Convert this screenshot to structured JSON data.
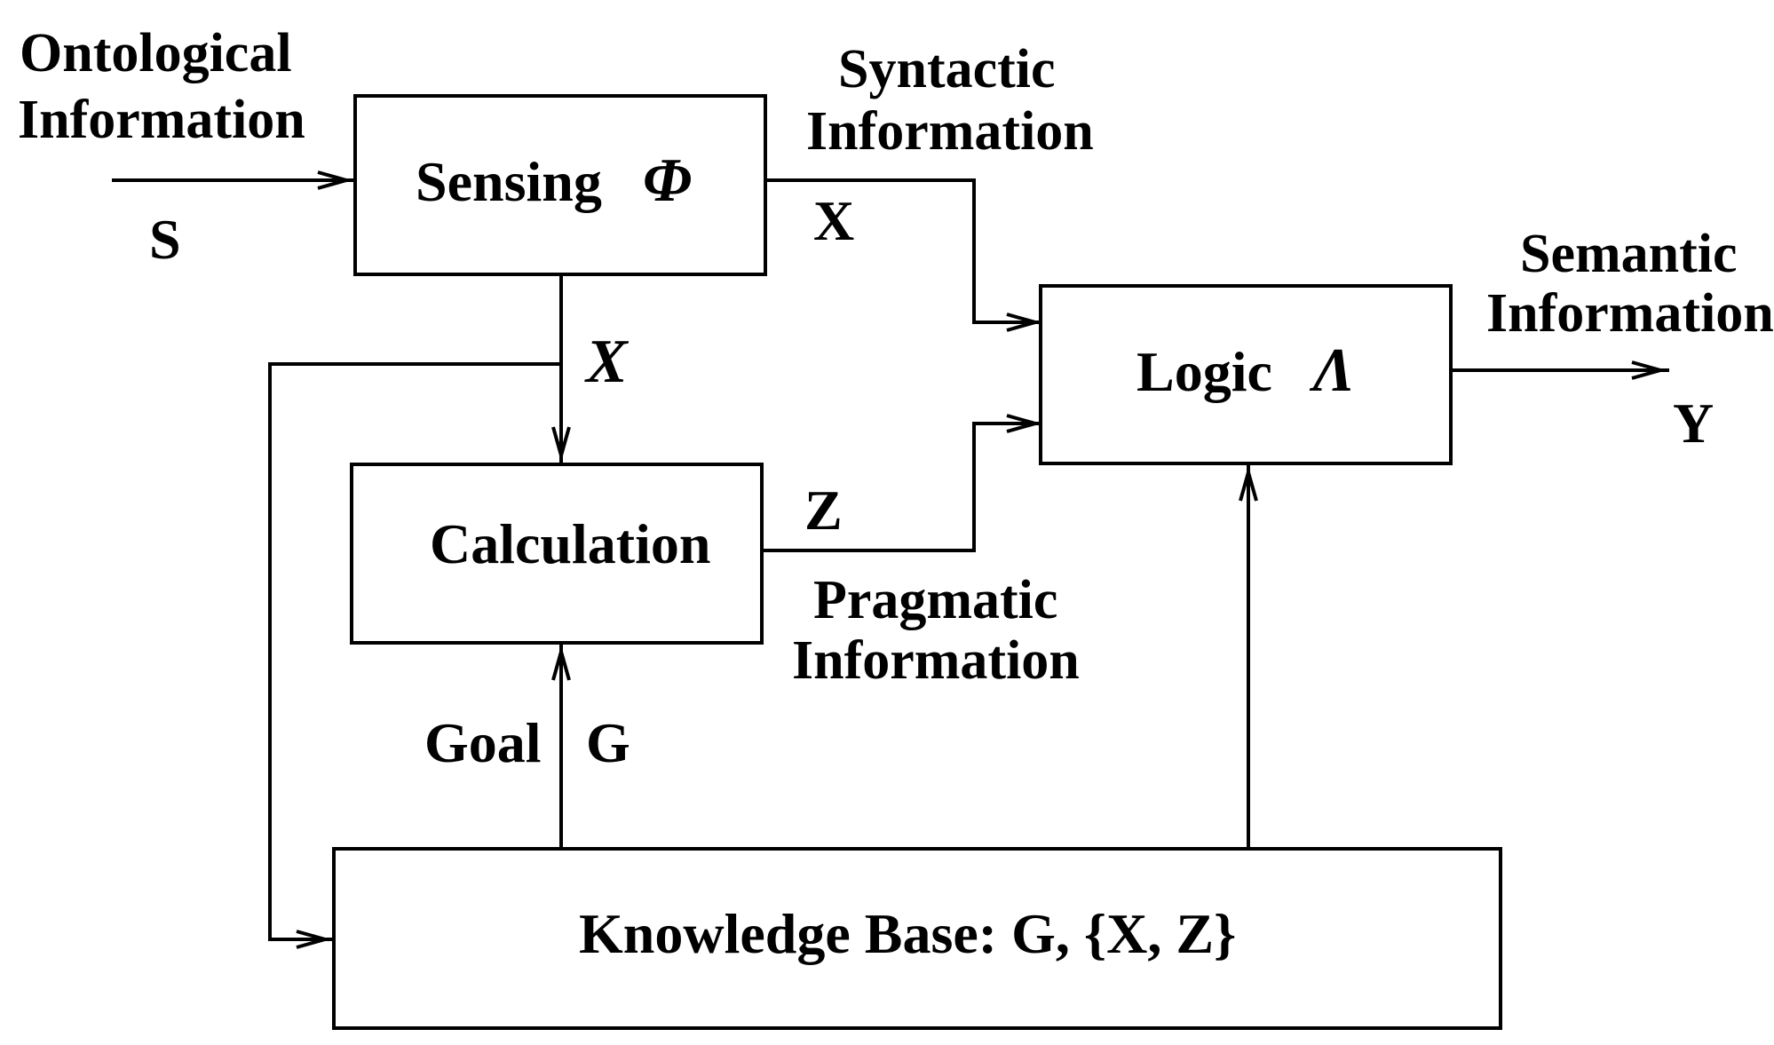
{
  "blocks": {
    "sensing": {
      "label": "Sensing",
      "symbol": "Φ"
    },
    "logic": {
      "label": "Logic",
      "symbol": "Λ"
    },
    "calculation": {
      "label": "Calculation"
    },
    "knowledge_base": {
      "label": "Knowledge Base: G, {X, Z}"
    }
  },
  "signals": {
    "ontological": {
      "line1": "Ontological",
      "line2": "Information",
      "var": "S"
    },
    "syntactic": {
      "line1": "Syntactic",
      "line2": "Information",
      "var": "X"
    },
    "sensing_to_calc_var": "X",
    "semantic": {
      "line1": "Semantic",
      "line2": "Information",
      "var": "Y"
    },
    "pragmatic": {
      "line1": "Pragmatic",
      "line2": "Information",
      "var": "Z"
    },
    "goal": {
      "label": "Goal",
      "var": "G"
    }
  }
}
